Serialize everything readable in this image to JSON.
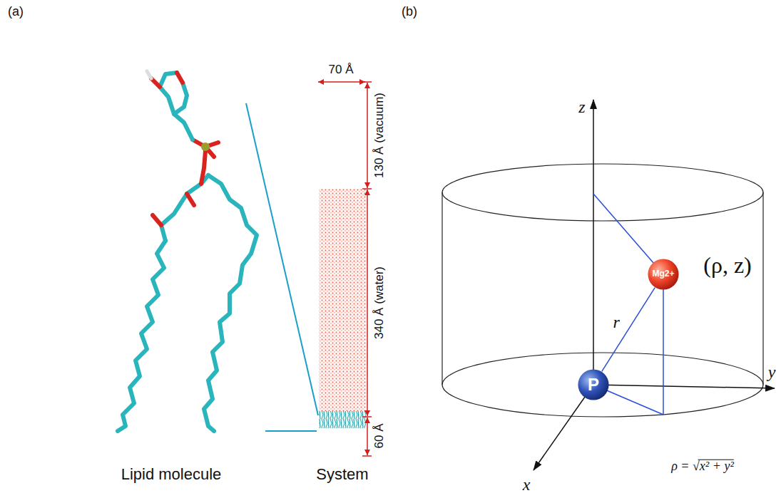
{
  "diagram": {
    "nodes": [
      {
        "text": [
          "Mg2+"
        ]
      },
      {
        "text": [
          "P"
        ]
      }
    ],
    "edges": [
      {
        "from": 1,
        "to": 0,
        "arrow": "none",
        "label": "r"
      }
    ],
    "labels": [
      "(a)",
      "(b)",
      "Lipid molecule",
      "System",
      "70 Å",
      "130 Å (vacuum)",
      "340 Å (water)",
      "60 Å",
      "z",
      "y",
      "x",
      "(ρ, z)",
      "ρ = √x² + y²"
    ]
  }
}
